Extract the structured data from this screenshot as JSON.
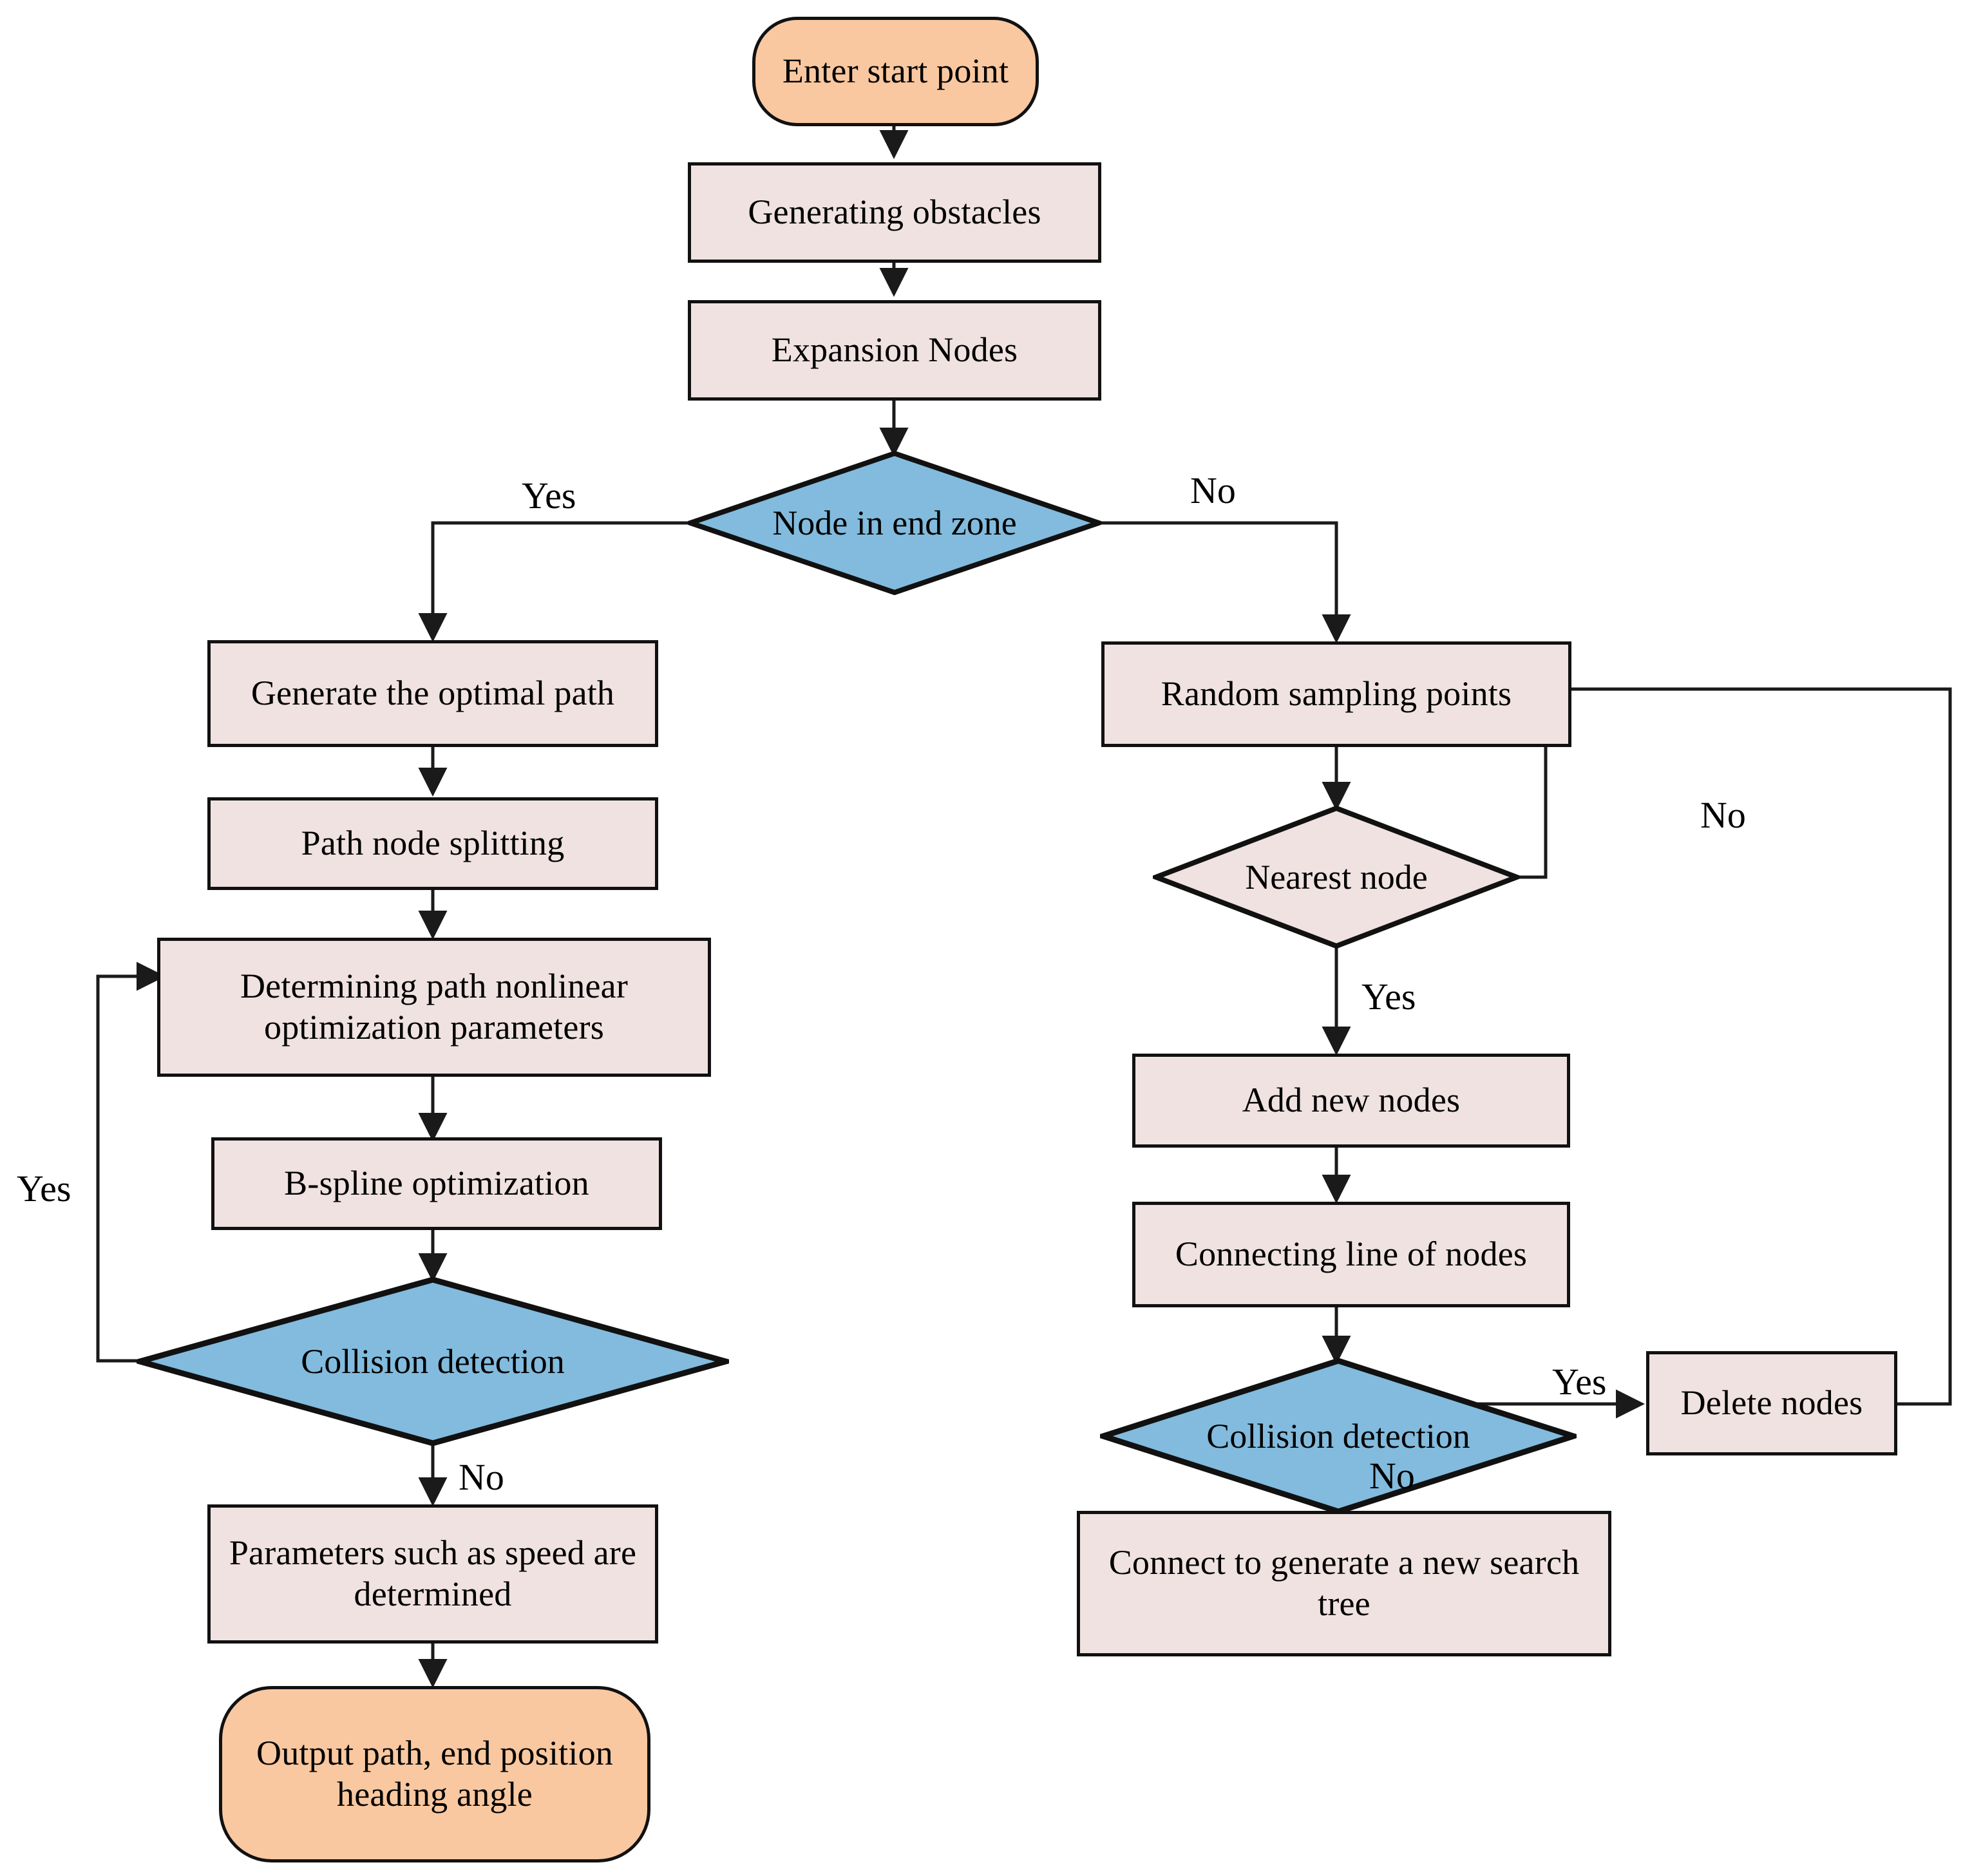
{
  "diagram": {
    "type": "flowchart",
    "title": "Path planning algorithm flowchart",
    "colors": {
      "terminator_fill": "#F9C8A0",
      "process_fill": "#EFE2E0",
      "decision_blue_fill": "#82BBDD",
      "decision_pink_fill": "#EFE2E0",
      "stroke": "#111111",
      "connector": "#1a1a1a",
      "text": "#000000",
      "background": "#FFFFFF"
    }
  },
  "nodes": {
    "start": {
      "label": "Enter start point",
      "shape": "terminator"
    },
    "generating_obstacles": {
      "label": "Generating obstacles",
      "shape": "process"
    },
    "expansion_nodes": {
      "label": "Expansion Nodes",
      "shape": "process"
    },
    "node_in_end_zone": {
      "label": "Node in end zone",
      "shape": "decision",
      "fill": "blue"
    },
    "generate_optimal_path": {
      "label": "Generate the optimal path",
      "shape": "process"
    },
    "path_node_splitting": {
      "label": "Path node splitting",
      "shape": "process"
    },
    "determining_params": {
      "label": "Determining path nonlinear optimization parameters",
      "shape": "process"
    },
    "bspline_optimization": {
      "label": "B-spline optimization",
      "shape": "process"
    },
    "collision_detection_left": {
      "label": "Collision detection",
      "shape": "decision",
      "fill": "blue"
    },
    "parameters_speed": {
      "label": "Parameters such as speed are determined",
      "shape": "process"
    },
    "output_path": {
      "label": "Output path, end position heading angle",
      "shape": "terminator"
    },
    "random_sampling_points": {
      "label": "Random sampling points",
      "shape": "process"
    },
    "nearest_node": {
      "label": "Nearest node",
      "shape": "decision",
      "fill": "pink"
    },
    "add_new_nodes": {
      "label": "Add new nodes",
      "shape": "process"
    },
    "connecting_line_of_nodes": {
      "label": "Connecting line of nodes",
      "shape": "process"
    },
    "collision_detection_right": {
      "label": "Collision detection",
      "shape": "decision",
      "fill": "blue"
    },
    "delete_nodes": {
      "label": "Delete nodes",
      "shape": "process"
    },
    "connect_new_search_tree": {
      "label": "Connect to generate a new search tree",
      "shape": "process"
    }
  },
  "edge_labels": {
    "end_zone_yes": "Yes",
    "end_zone_no": "No",
    "collision_left_yes": "Yes",
    "collision_left_no": "No",
    "nearest_node_no": "No",
    "nearest_node_yes": "Yes",
    "collision_right_yes": "Yes",
    "collision_right_no": "No"
  },
  "edges": [
    {
      "from": "start",
      "to": "generating_obstacles",
      "label": ""
    },
    {
      "from": "generating_obstacles",
      "to": "expansion_nodes",
      "label": ""
    },
    {
      "from": "expansion_nodes",
      "to": "node_in_end_zone",
      "label": ""
    },
    {
      "from": "node_in_end_zone",
      "to": "generate_optimal_path",
      "label": "Yes"
    },
    {
      "from": "node_in_end_zone",
      "to": "random_sampling_points",
      "label": "No"
    },
    {
      "from": "generate_optimal_path",
      "to": "path_node_splitting",
      "label": ""
    },
    {
      "from": "path_node_splitting",
      "to": "determining_params",
      "label": ""
    },
    {
      "from": "determining_params",
      "to": "bspline_optimization",
      "label": ""
    },
    {
      "from": "bspline_optimization",
      "to": "collision_detection_left",
      "label": ""
    },
    {
      "from": "collision_detection_left",
      "to": "determining_params",
      "label": "Yes"
    },
    {
      "from": "collision_detection_left",
      "to": "parameters_speed",
      "label": "No"
    },
    {
      "from": "parameters_speed",
      "to": "output_path",
      "label": ""
    },
    {
      "from": "random_sampling_points",
      "to": "nearest_node",
      "label": ""
    },
    {
      "from": "nearest_node",
      "to": "random_sampling_points",
      "label": "No"
    },
    {
      "from": "nearest_node",
      "to": "add_new_nodes",
      "label": "Yes"
    },
    {
      "from": "add_new_nodes",
      "to": "connecting_line_of_nodes",
      "label": ""
    },
    {
      "from": "connecting_line_of_nodes",
      "to": "collision_detection_right",
      "label": ""
    },
    {
      "from": "collision_detection_right",
      "to": "delete_nodes",
      "label": "Yes"
    },
    {
      "from": "collision_detection_right",
      "to": "connect_new_search_tree",
      "label": "No"
    },
    {
      "from": "delete_nodes",
      "to": "random_sampling_points",
      "label": ""
    }
  ]
}
